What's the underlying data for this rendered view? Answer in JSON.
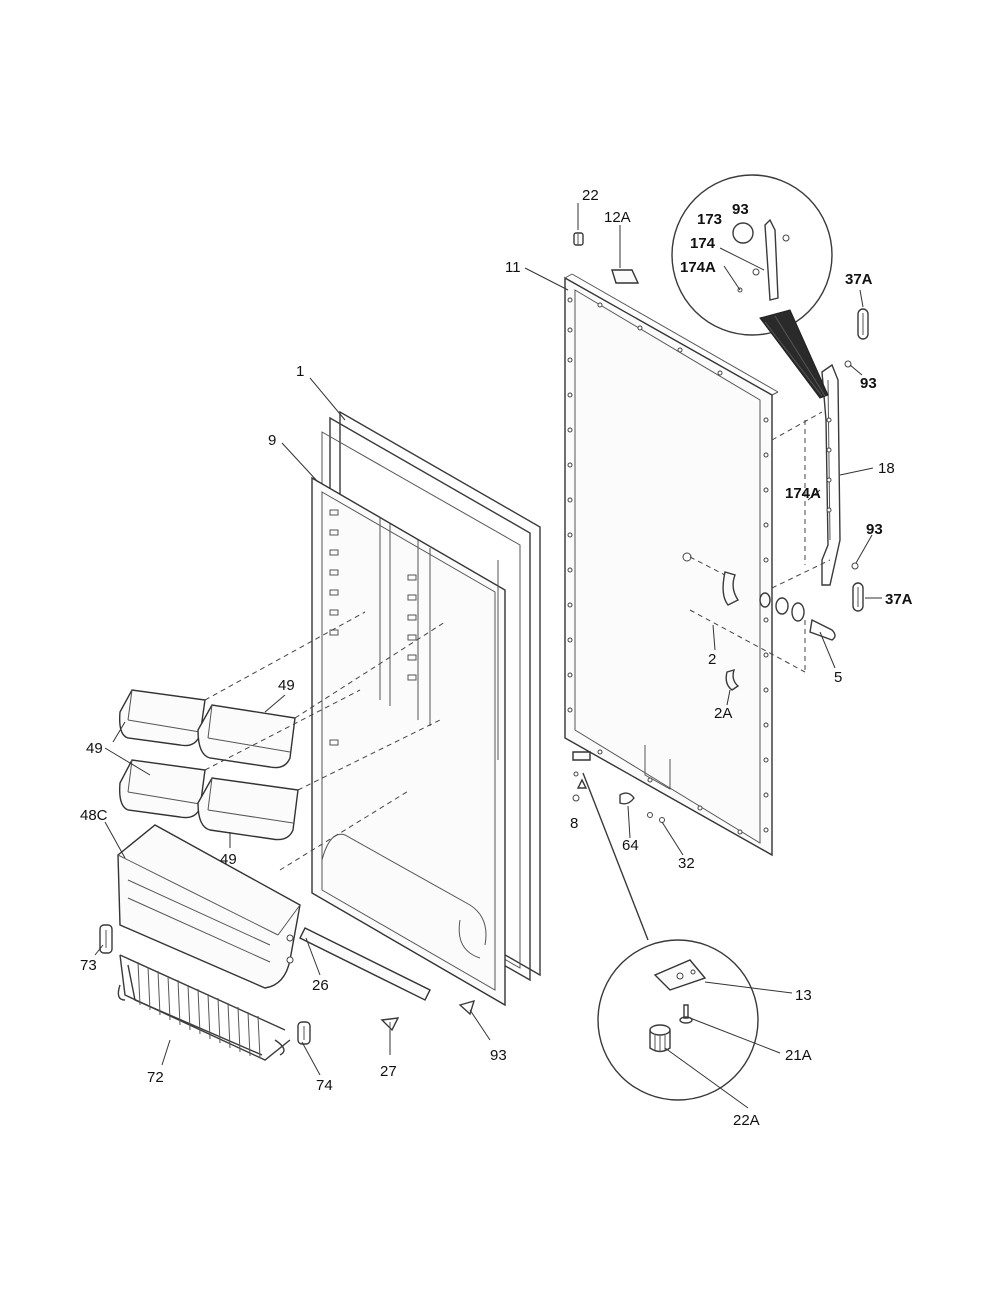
{
  "labels": {
    "l1": "1",
    "l9": "9",
    "l11": "11",
    "l22": "22",
    "l12a": "12A",
    "l93_inset": "93",
    "l173": "173",
    "l174": "174",
    "l174a_inset": "174A",
    "l37a_top": "37A",
    "l93_right": "93",
    "l18": "18",
    "l174a": "174A",
    "l93_mid": "93",
    "l37a_mid": "37A",
    "l2": "2",
    "l5": "5",
    "l2a": "2A",
    "l49_top": "49",
    "l49_left": "49",
    "l49_bottom": "49",
    "l48c": "48C",
    "l8": "8",
    "l64": "64",
    "l32": "32",
    "l73": "73",
    "l26": "26",
    "l72": "72",
    "l74": "74",
    "l27": "27",
    "l93_bottom": "93",
    "l13": "13",
    "l21a": "21A",
    "l22a": "22A"
  },
  "icons": {
    "hinge": "hinge-icon",
    "screw": "screw-icon",
    "bin": "door-bin-icon",
    "rack": "wire-rack-icon"
  }
}
